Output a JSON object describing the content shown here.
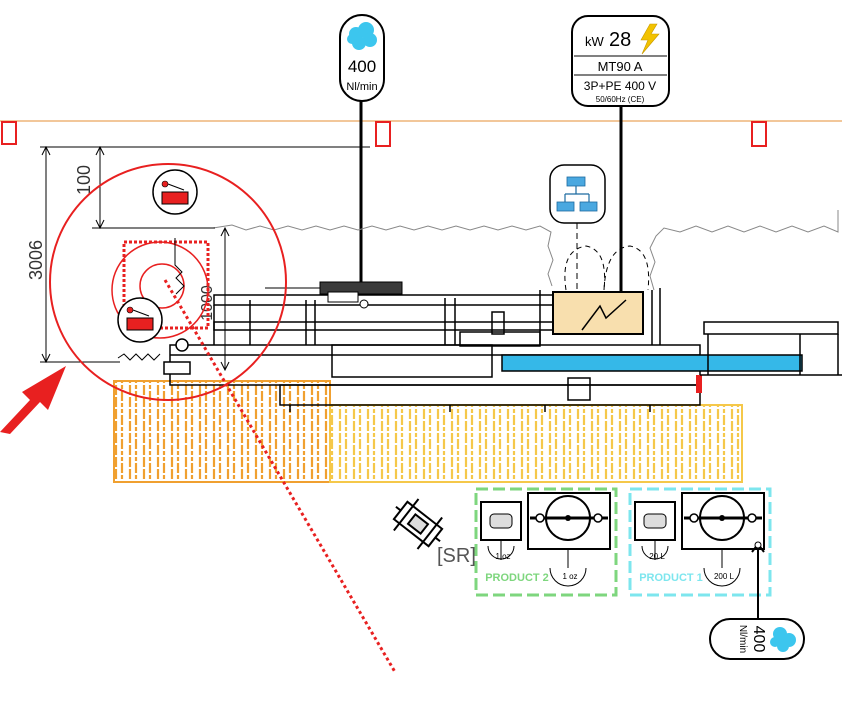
{
  "air_top": {
    "value": "400",
    "unit": "Nl/min",
    "icon": "air-cloud-icon"
  },
  "electrical": {
    "kw_label": "kW",
    "kw_value": "28",
    "breaker": "MT90  A",
    "supply": "3P+PE 400 V",
    "freq": "50/60Hz (CE)",
    "icon": "lightning-bolt-icon"
  },
  "network": {
    "icon": "network-diagram-icon"
  },
  "dimensions": {
    "total_height": "3006",
    "upper": "100",
    "clearance": "1000"
  },
  "products": [
    {
      "label": "PRODUCT 2",
      "small_tank": "1 oz",
      "big_tank": "1 oz",
      "color": "#7ed67e"
    },
    {
      "label": "PRODUCT 1",
      "small_tank": "20 L",
      "big_tank": "200 L",
      "color": "#7de6ee"
    }
  ],
  "air_bottom": {
    "value": "400",
    "unit": "Nl/min",
    "icon": "air-cloud-icon"
  },
  "sr": {
    "label": "[SR]"
  },
  "colors": {
    "beam": "#f2c79a",
    "zone_orange": "#f0a030",
    "zone_yellow": "#f5c84a",
    "accent_red": "#e82020",
    "conveyor_blue": "#35b8e8",
    "box_tan": "#f8dfae",
    "cloud_blue": "#3cc6ee",
    "bolt_yellow": "#f2c200"
  }
}
